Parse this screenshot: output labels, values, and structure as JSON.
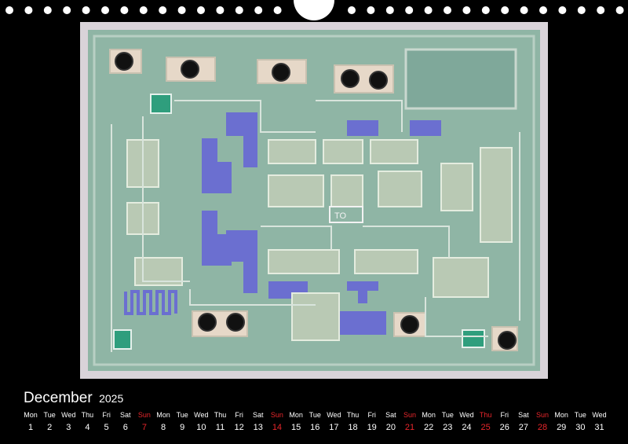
{
  "calendar": {
    "month": "December",
    "year": "2025",
    "days": [
      {
        "name": "Mon",
        "num": "1"
      },
      {
        "name": "Tue",
        "num": "2"
      },
      {
        "name": "Wed",
        "num": "3"
      },
      {
        "name": "Thu",
        "num": "4"
      },
      {
        "name": "Fri",
        "num": "5"
      },
      {
        "name": "Sat",
        "num": "6"
      },
      {
        "name": "Sun",
        "num": "7",
        "red": true
      },
      {
        "name": "Mon",
        "num": "8"
      },
      {
        "name": "Tue",
        "num": "9"
      },
      {
        "name": "Wed",
        "num": "10"
      },
      {
        "name": "Thu",
        "num": "11"
      },
      {
        "name": "Fri",
        "num": "12"
      },
      {
        "name": "Sat",
        "num": "13"
      },
      {
        "name": "Sun",
        "num": "14",
        "red": true
      },
      {
        "name": "Mon",
        "num": "15"
      },
      {
        "name": "Tue",
        "num": "16"
      },
      {
        "name": "Wed",
        "num": "17"
      },
      {
        "name": "Thu",
        "num": "18"
      },
      {
        "name": "Fri",
        "num": "19"
      },
      {
        "name": "Sat",
        "num": "20"
      },
      {
        "name": "Sun",
        "num": "21",
        "red": true
      },
      {
        "name": "Mon",
        "num": "22"
      },
      {
        "name": "Tue",
        "num": "23"
      },
      {
        "name": "Wed",
        "num": "24"
      },
      {
        "name": "Thu",
        "num": "25",
        "red": true
      },
      {
        "name": "Fri",
        "num": "26"
      },
      {
        "name": "Sat",
        "num": "27"
      },
      {
        "name": "Sun",
        "num": "28",
        "red": true
      },
      {
        "name": "Mon",
        "num": "29"
      },
      {
        "name": "Tue",
        "num": "30"
      },
      {
        "name": "Wed",
        "num": "31"
      }
    ]
  },
  "colors": {
    "background": "#000000",
    "text": "#ffffff",
    "holiday": "#e8262b",
    "die_base": "#8fb5a5",
    "metal_blue": "#6b6fd0",
    "bond_pad": "#e6d8c8"
  },
  "photo": {
    "description_icon": "microchip-die-photo",
    "die_markings": [
      "TO"
    ]
  }
}
